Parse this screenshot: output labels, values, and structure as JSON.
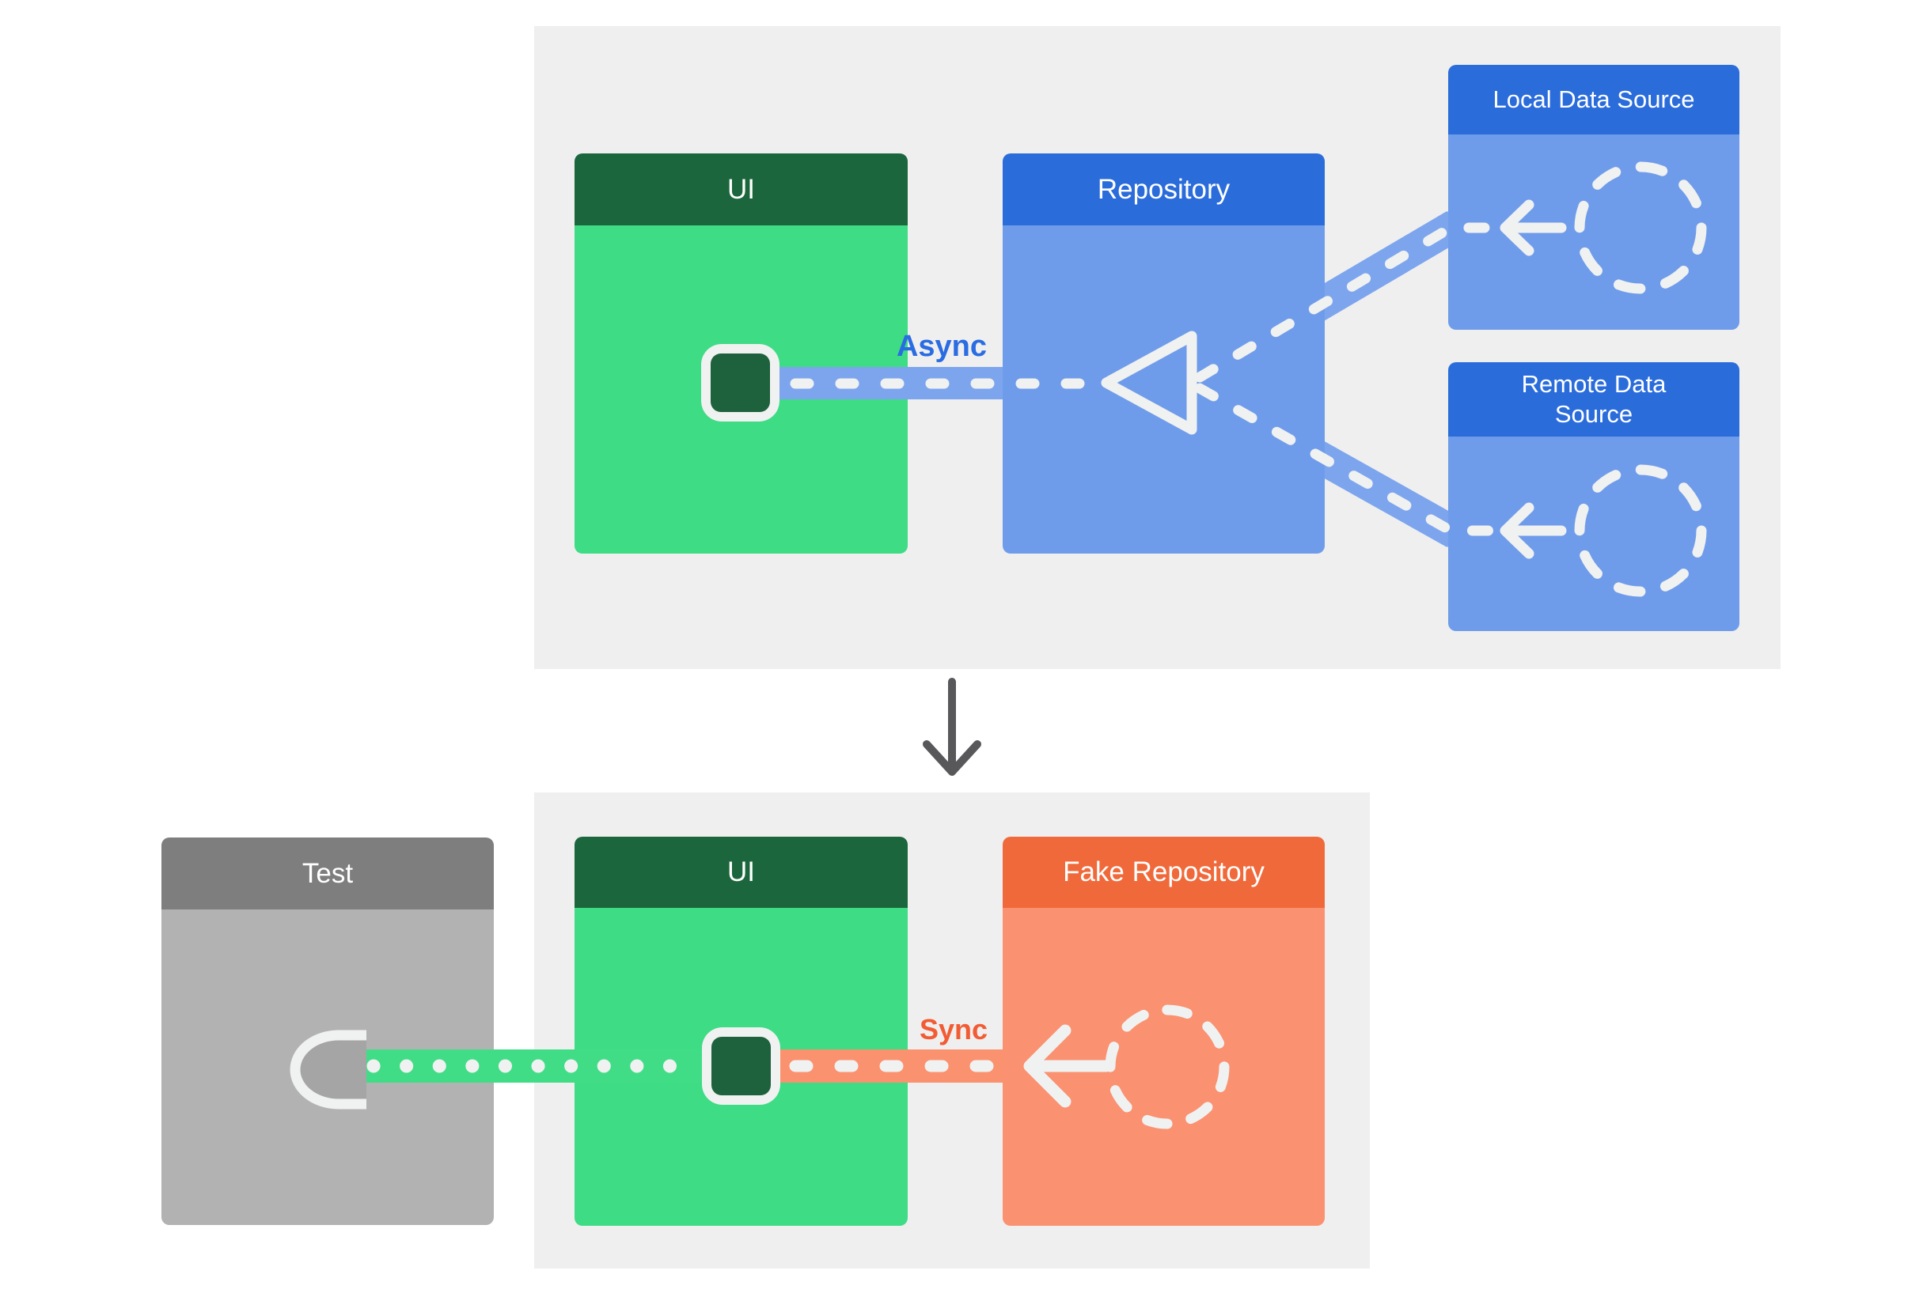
{
  "top_diagram": {
    "ui_title": "UI",
    "repository_title": "Repository",
    "local_title": "Local Data Source",
    "remote_title": "Remote Data Source",
    "async_label": "Async"
  },
  "bottom_diagram": {
    "test_title": "Test",
    "ui_title": "UI",
    "fake_repository_title": "Fake Repository",
    "sync_label": "Sync"
  },
  "icons": {
    "ui_chip": "phone-screen-chip",
    "merge_triangle": "open-left-triangle",
    "data_source": "dashed-circle",
    "flow_arrow": "left-arrow",
    "test_socket": "half-round-socket",
    "section_arrow": "down-arrow"
  },
  "colors": {
    "page_bg": "#ffffff",
    "panel_bg": "#efefef",
    "green_header": "#1c663d",
    "green_body": "#3edc84",
    "green_band": "#41dd86",
    "blue_header": "#2b6cdb",
    "blue_body": "#6f9cea",
    "blue_band": "#7da5ee",
    "orange_header": "#f0693a",
    "orange_body": "#fa9170",
    "orange_band": "#fa9270",
    "gray_header": "#7e7e7e",
    "gray_body": "#b2b2b2",
    "socket_fill": "#a5a5a5",
    "dash_white": "#f0f1f1",
    "down_arrow": "#58585a",
    "async_label": "#2a6ce2",
    "sync_label": "#f25c34"
  }
}
